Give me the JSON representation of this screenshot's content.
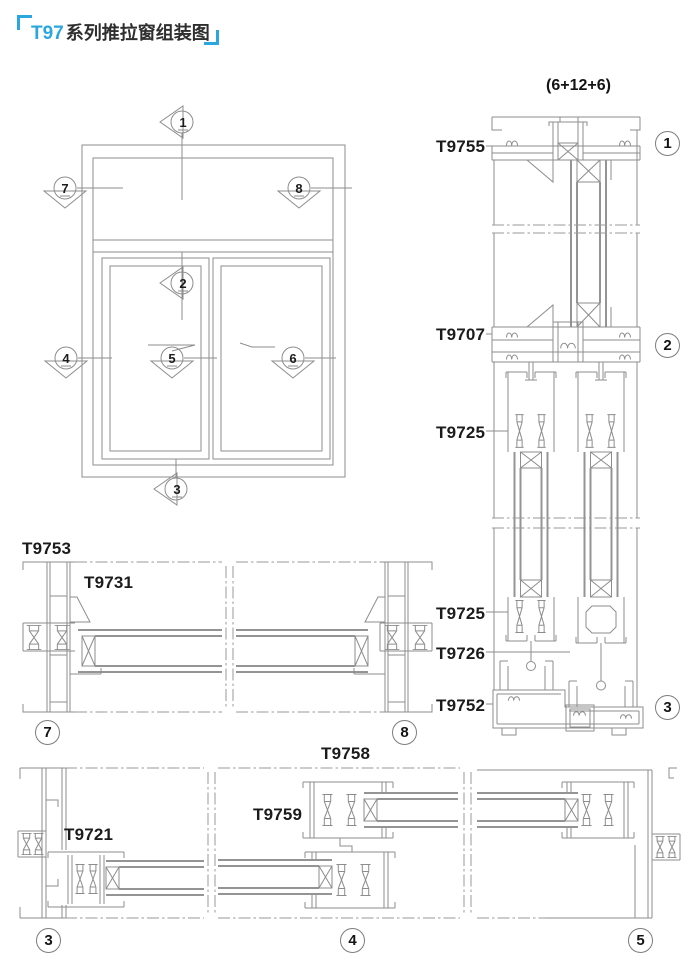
{
  "title": {
    "brand": "T97",
    "series": "系列推拉窗组装图"
  },
  "colors": {
    "accent_blue": "#2BA7DF",
    "line_gray": "#8d8d8d",
    "text_dark": "#1b1b1b"
  },
  "elevation": {
    "markers": [
      {
        "no": "1"
      },
      {
        "no": "2"
      },
      {
        "no": "3"
      },
      {
        "no": "4"
      },
      {
        "no": "5"
      },
      {
        "no": "6"
      },
      {
        "no": "7"
      },
      {
        "no": "8"
      }
    ]
  },
  "vertical_section": {
    "glass_spec": "(6+12+6)",
    "profiles": [
      {
        "code": "T9755"
      },
      {
        "code": "T9707"
      },
      {
        "code": "T9725"
      },
      {
        "code": "T9725"
      },
      {
        "code": "T9726"
      },
      {
        "code": "T9752"
      }
    ],
    "callouts": [
      {
        "no": "1"
      },
      {
        "no": "2"
      },
      {
        "no": "3"
      }
    ]
  },
  "transom_section": {
    "profiles": [
      {
        "code": "T9753"
      },
      {
        "code": "T9731"
      }
    ],
    "callouts": [
      {
        "no": "7"
      },
      {
        "no": "8"
      }
    ]
  },
  "sash_section": {
    "profiles": [
      {
        "code": "T9758"
      },
      {
        "code": "T9759"
      },
      {
        "code": "T9721"
      }
    ],
    "callouts": [
      {
        "no": "3"
      },
      {
        "no": "4"
      },
      {
        "no": "5"
      }
    ]
  }
}
